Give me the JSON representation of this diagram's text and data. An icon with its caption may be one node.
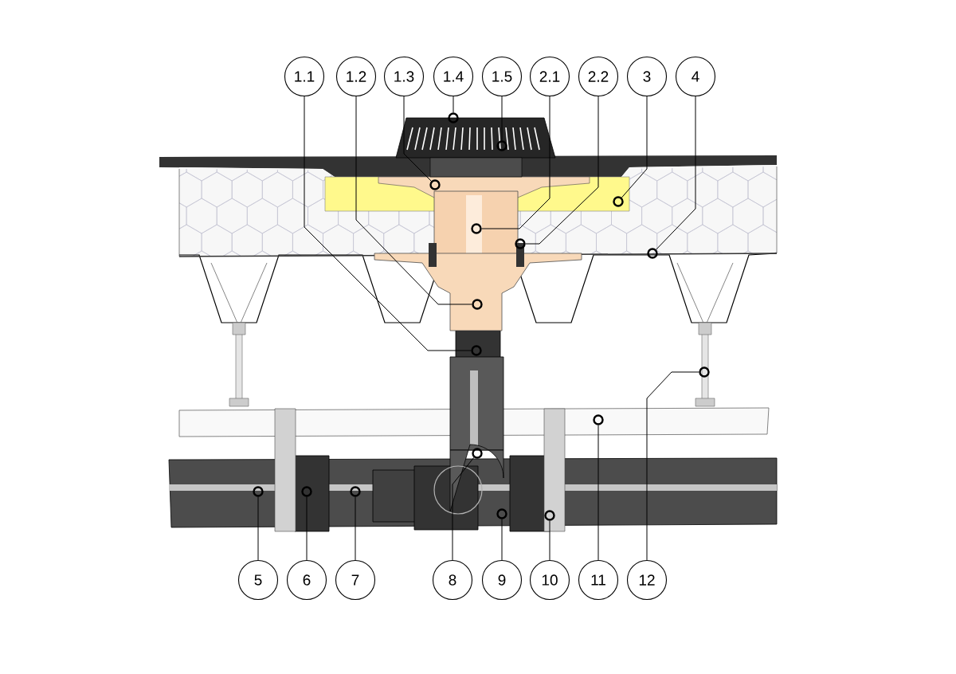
{
  "diagram": {
    "nodes": [
      {
        "text": [
          "1.1"
        ]
      },
      {
        "text": [
          "1.2"
        ]
      },
      {
        "text": [
          "1.3"
        ]
      },
      {
        "text": [
          "1.4"
        ]
      },
      {
        "text": [
          "1.5"
        ]
      },
      {
        "text": [
          "2.1"
        ]
      },
      {
        "text": [
          "2.2"
        ]
      },
      {
        "text": [
          "3"
        ]
      },
      {
        "text": [
          "4"
        ]
      },
      {
        "text": [
          "5"
        ]
      },
      {
        "text": [
          "6"
        ]
      },
      {
        "text": [
          "7"
        ]
      },
      {
        "text": [
          "8"
        ]
      },
      {
        "text": [
          "9"
        ]
      },
      {
        "text": [
          "10"
        ]
      },
      {
        "text": [
          "11"
        ]
      },
      {
        "text": [
          "12"
        ]
      },
      {
        "text": [],
        "shape": "circle"
      },
      {
        "text": [],
        "shape": "circle"
      },
      {
        "text": [],
        "shape": "circle"
      },
      {
        "text": [],
        "shape": "circle"
      },
      {
        "text": [],
        "shape": "circle"
      },
      {
        "text": [],
        "shape": "circle"
      },
      {
        "text": [],
        "shape": "circle"
      },
      {
        "text": [],
        "shape": "circle"
      },
      {
        "text": [],
        "shape": "circle"
      },
      {
        "text": [],
        "shape": "circle"
      },
      {
        "text": [],
        "shape": "circle"
      },
      {
        "text": [],
        "shape": "circle"
      },
      {
        "text": [],
        "shape": "circle"
      },
      {
        "text": [],
        "shape": "circle"
      },
      {
        "text": [],
        "shape": "circle"
      },
      {
        "text": [],
        "shape": "circle"
      },
      {
        "text": [],
        "shape": "circle"
      }
    ],
    "edges": [
      {
        "from": 0,
        "to": 17,
        "arrow": "none"
      },
      {
        "from": 1,
        "to": 18,
        "arrow": "none"
      },
      {
        "from": 2,
        "to": 19,
        "arrow": "none"
      },
      {
        "from": 3,
        "to": 20,
        "arrow": "none"
      },
      {
        "from": 4,
        "to": 21,
        "arrow": "none"
      },
      {
        "from": 5,
        "to": 22,
        "arrow": "none"
      },
      {
        "from": 6,
        "to": 23,
        "arrow": "none"
      },
      {
        "from": 7,
        "to": 24,
        "arrow": "none"
      },
      {
        "from": 8,
        "to": 25,
        "arrow": "none"
      },
      {
        "from": 9,
        "to": 26,
        "arrow": "none"
      },
      {
        "from": 10,
        "to": 27,
        "arrow": "none"
      },
      {
        "from": 11,
        "to": 28,
        "arrow": "none"
      },
      {
        "from": 12,
        "to": 29,
        "arrow": "none"
      },
      {
        "from": 13,
        "to": 30,
        "arrow": "none"
      },
      {
        "from": 14,
        "to": 31,
        "arrow": "none"
      },
      {
        "from": 15,
        "to": 32,
        "arrow": "none"
      },
      {
        "from": 16,
        "to": 33,
        "arrow": "none"
      }
    ]
  }
}
